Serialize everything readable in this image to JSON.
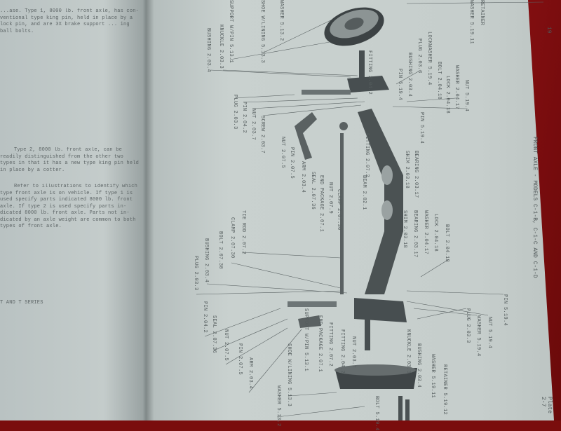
{
  "left_page": {
    "paragraph_1": "...ase. Type 1, 8000 lb. front axle, has con- ventional type king pin, held in place by a lock pin, and are 3X brake support ... ing ball bolts.",
    "paragraph_2": "Type 2, 8000 lb. front axle, can be readily distinguished from the other two types in that it has a new type king pin held in place by a cotter.",
    "paragraph_3": "Refer to illustrations to identify which type front axle is on vehicle. If type 1 is used specify parts indicated 8000 lb. front axle. If type 2 is used specify parts in- dicated 8000 lb. front axle. Parts not in- dicated by an axle weight are common to both types of front axle.",
    "footer": "T AND T SERIES"
  },
  "right_page": {
    "page_number": "19",
    "caption": "FRONT AXLE - MODELS C-1-B, C-1-C AND C-1-D",
    "plate": "Plate 2-7",
    "labels": [
      "BUSHING 2.03.4",
      "KNUCKLE 2.03.3",
      "SUPPORT W/PIN 5.13.1",
      "SHOE W/LINING 5.13.3",
      "WASHER 5.13.2",
      "FITTING 2.04.2",
      "PIN 5.19.4",
      "BUSHING 2.03.4",
      "PLUG 2.03.3",
      "LOCKWASHER 5.19.4",
      "BOLT 2.04.18",
      "LOCK 2.04.18",
      "WASHER 2.04.17",
      "NUT 5.19.4",
      "WASHER 5.19.11",
      "RETAINER",
      "PLUG 2.03.3",
      "PIN 2.04.2",
      "NUT 2.03.7",
      "SCREW 2.03.7",
      "NUT 2.07.5",
      "PIN 2.07.5",
      "ARM 2.03.4",
      "SEAL 2.07.36",
      "END PACKAGE 2.07.1",
      "NUT 2.07.9",
      "CLAMP 2.07.30",
      "FITTING 2.07.2",
      "PIN 5.19.4",
      "SHIM 2.03.18",
      "BEARING 2.03.17",
      "PLUG 2.03.3",
      "BUSHING 2.03.4",
      "BOLT 2.07.30",
      "CLAMP 2.07.30",
      "TIE ROD 2.07.2",
      "PIN 2.04.2",
      "SEAL 2.07.36",
      "NUT 2.07.5",
      "PIN 2.07.5",
      "ARM 2.03.4",
      "WASHER 5.13.2",
      "SHOE W/LINING 5.13.3",
      "SUPPORT W/PIN 5.13.1",
      "END PACKAGE 2.07.1",
      "FITTING 2.07.2",
      "FITTING 2.04.2",
      "NUT 2.03.7",
      "KNUCKLE 2.03.3",
      "BUSHING 2.03.4",
      "WASHER 5.19.11",
      "RETAINER 5.19.12",
      "PLUG 2.03.3",
      "WASHER 5.19.4",
      "NUT 5.19.4",
      "PIN 5.19.4",
      "SHIM 2.03.18",
      "BEARING 2.03.17",
      "WASHER 2.04.17",
      "LOCK 2.04.18",
      "BOLT 2.04.18",
      "BOLT 5.19.4",
      "BEAM 2.02.1"
    ]
  }
}
